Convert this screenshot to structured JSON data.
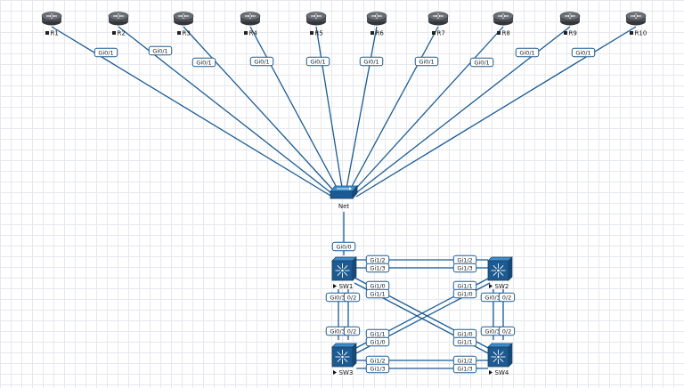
{
  "routers": [
    {
      "name": "R1",
      "iface": "Gi0/1"
    },
    {
      "name": "R2",
      "iface": "Gi0/1"
    },
    {
      "name": "R3",
      "iface": "Gi0/1"
    },
    {
      "name": "R4",
      "iface": "Gi0/1"
    },
    {
      "name": "R5",
      "iface": "Gi0/1"
    },
    {
      "name": "R6",
      "iface": "Gi0/1"
    },
    {
      "name": "R7",
      "iface": "Gi0/1"
    },
    {
      "name": "R8",
      "iface": "Gi0/1"
    },
    {
      "name": "R9",
      "iface": "Gi0/1"
    },
    {
      "name": "R10",
      "iface": "Gi0/1"
    }
  ],
  "hub": {
    "name": "Net"
  },
  "switches": [
    {
      "name": "SW1"
    },
    {
      "name": "SW2"
    },
    {
      "name": "SW3"
    },
    {
      "name": "SW4"
    }
  ],
  "interface_labels": {
    "sw1_uplink": "Gi0/0",
    "sw1_sw2_a": "Gi1/2",
    "sw1_sw2_b": "Gi1/3",
    "sw2_sw1_a": "Gi1/2",
    "sw2_sw1_b": "Gi1/3",
    "sw1_cross_a": "Gi1/0",
    "sw1_cross_b": "Gi1/1",
    "sw2_cross_a": "Gi1/1",
    "sw2_cross_b": "Gi1/0",
    "sw1_down_a": "Gi0/3",
    "sw1_down_b": "0/2",
    "sw2_down_a": "Gi0/3",
    "sw2_down_b": "0/2",
    "sw3_up_a": "Gi0/3",
    "sw3_up_b": "0/2",
    "sw4_up_a": "Gi0/3",
    "sw4_up_b": "0/2",
    "sw3_cross_a": "Gi1/1",
    "sw3_cross_b": "Gi1/0",
    "sw4_cross_a": "Gi1/0",
    "sw4_cross_b": "Gi1/1",
    "sw3_sw4_a": "Gi1/2",
    "sw3_sw4_b": "Gi1/3",
    "sw4_sw3_a": "Gi1/2",
    "sw4_sw3_b": "Gi1/3"
  },
  "colors": {
    "link": "#1b5b93",
    "switch_fill": "#1d5a91",
    "router_fill": "#4c4f55",
    "grid": "#e6e8ee"
  },
  "icons": {
    "router": "router-icon",
    "switch": "layer3-switch-icon",
    "hub": "unmanaged-switch-icon",
    "status": "status-square-icon",
    "run": "play-triangle-icon"
  }
}
